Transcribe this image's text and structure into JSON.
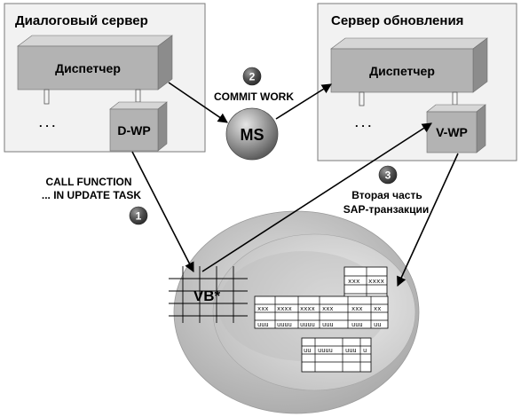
{
  "dialog_server": {
    "title": "Диалоговый сервер",
    "dispatcher": "Диспетчер",
    "dots": ". . .",
    "work_process": "D-WP"
  },
  "update_server": {
    "title": "Сервер обновления",
    "dispatcher": "Диспетчер",
    "dots": ". . .",
    "work_process": "V-WP"
  },
  "message_server": {
    "label": "MS"
  },
  "steps": [
    {
      "number": "1",
      "text_line1": "CALL FUNCTION",
      "text_line2": "... IN UPDATE TASK"
    },
    {
      "number": "2",
      "text_line1": "COMMIT WORK"
    },
    {
      "number": "3",
      "text_line1": "Вторая часть",
      "text_line2": "SAP-транзакции"
    }
  ],
  "database": {
    "vb_table": "VB*",
    "table_a": {
      "cells": [
        "xxx",
        "xxxx"
      ]
    },
    "table_b": {
      "row1": [
        "xxx",
        "xxxx",
        "xxxx",
        "xxx",
        "xxx",
        "xx"
      ],
      "row2": [
        "uuu",
        "uuuu",
        "uuuu",
        "uuu",
        "uuu",
        "uu"
      ]
    },
    "table_c": {
      "cells": [
        "uu",
        "uuuu",
        "uuu",
        "u"
      ]
    }
  },
  "colors": {
    "server_box_fill": "#f2f2f2",
    "block_front": "#b3b3b3",
    "block_top": "#d6d6d6",
    "block_side": "#8c8c8c",
    "ms_sphere": "#9c9c9c",
    "step_circle": "#555555",
    "db_outer": "#c8c8c8",
    "db_inner": "#dadada"
  },
  "icons": [
    "arrow-icon",
    "step-number-icon",
    "database-disk-icon"
  ]
}
